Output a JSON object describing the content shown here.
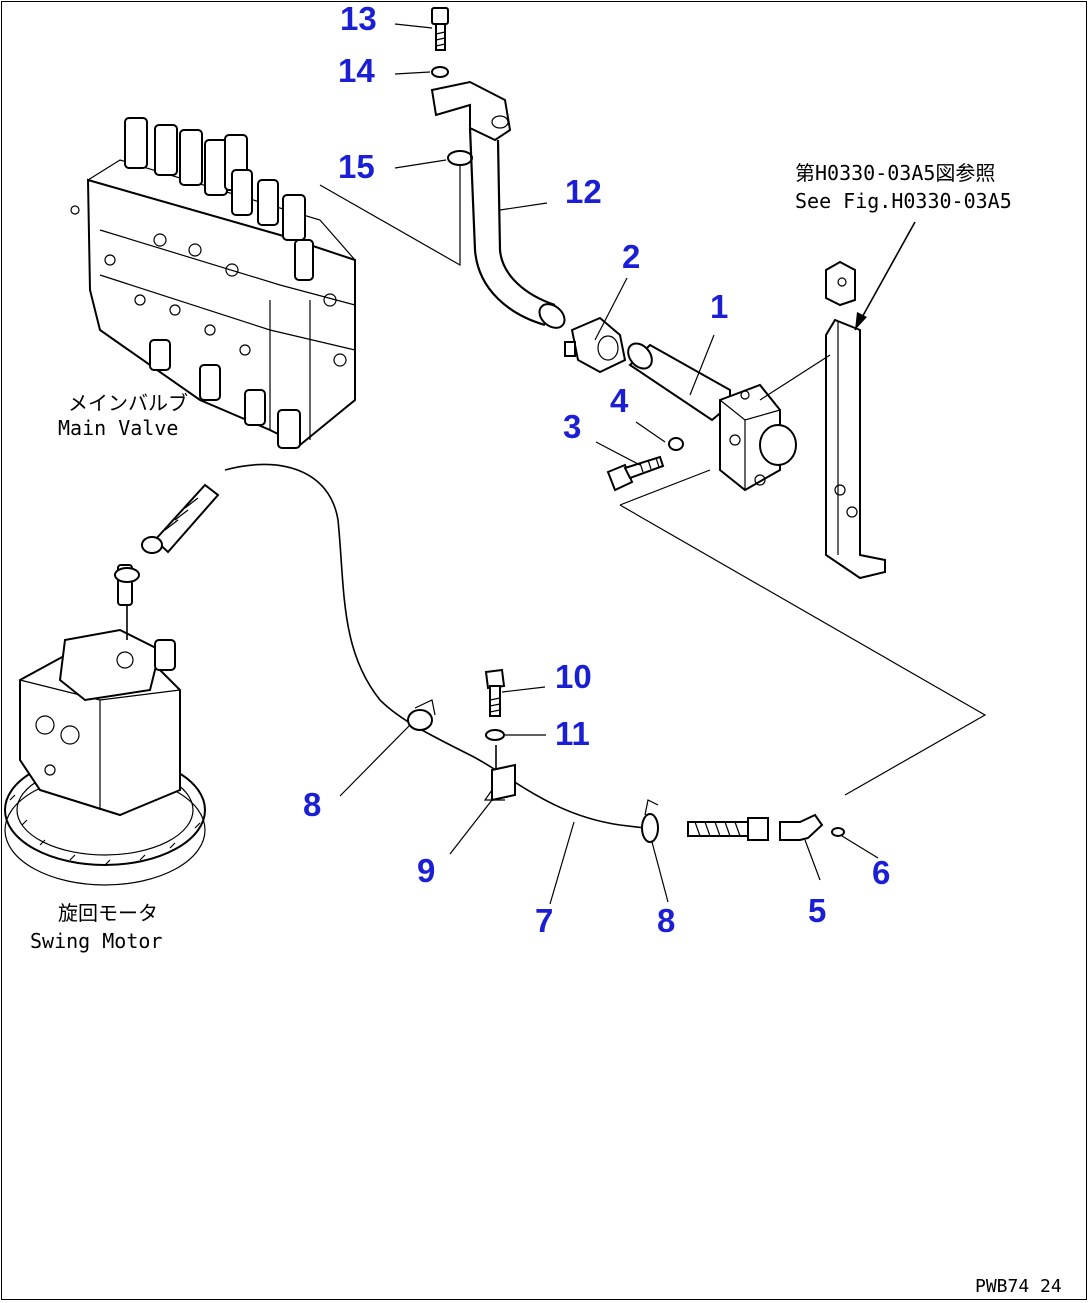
{
  "components": {
    "main_valve": {
      "label_jp": "メインバルブ",
      "label_en": "Main Valve"
    },
    "swing_motor": {
      "label_jp": "旋回モータ",
      "label_en": "Swing Motor"
    },
    "reference": {
      "label_jp": "第H0330-03A5図参照",
      "label_en": "See Fig.H0330-03A5"
    }
  },
  "callouts": [
    "13",
    "14",
    "15",
    "12",
    "2",
    "1",
    "4",
    "3",
    "10",
    "11",
    "8",
    "9",
    "7",
    "8",
    "5",
    "6"
  ],
  "drawing_id": "PWB74 24",
  "colors": {
    "callout": "#1a1fd6",
    "line": "#000000",
    "background": "#ffffff"
  }
}
